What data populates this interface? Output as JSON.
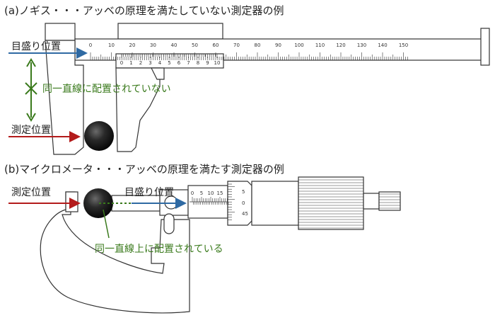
{
  "section_a": {
    "title": "(a)ノギス・・・アッベの原理を満たしていない測定器の例",
    "label_scale_position": "目盛り位置",
    "label_measure_position": "測定位置",
    "label_offset": "同一直線に配置されていない",
    "main_scale_numbers": [
      "0",
      "10",
      "20",
      "30",
      "40",
      "50",
      "60",
      "70",
      "80",
      "90",
      "100",
      "110",
      "120",
      "130",
      "140",
      "150"
    ],
    "vernier_numbers": [
      "0",
      "1",
      "2",
      "3",
      "4",
      "5",
      "6",
      "7",
      "8",
      "9",
      "10"
    ]
  },
  "section_b": {
    "title": "(b)マイクロメータ・・・アッベの原理を満たす測定器の例",
    "label_measure_position": "測定位置",
    "label_scale_position": "目盛り位置",
    "label_inline": "同一直線上に配置されている",
    "sleeve_numbers": [
      "0",
      "5",
      "10",
      "15"
    ],
    "thimble_numbers": [
      "5",
      "0",
      "45"
    ]
  },
  "colors": {
    "scale_arrow": "#2f6aa3",
    "measure_arrow": "#b31b1b",
    "annotation_green": "#3a7a1c"
  }
}
